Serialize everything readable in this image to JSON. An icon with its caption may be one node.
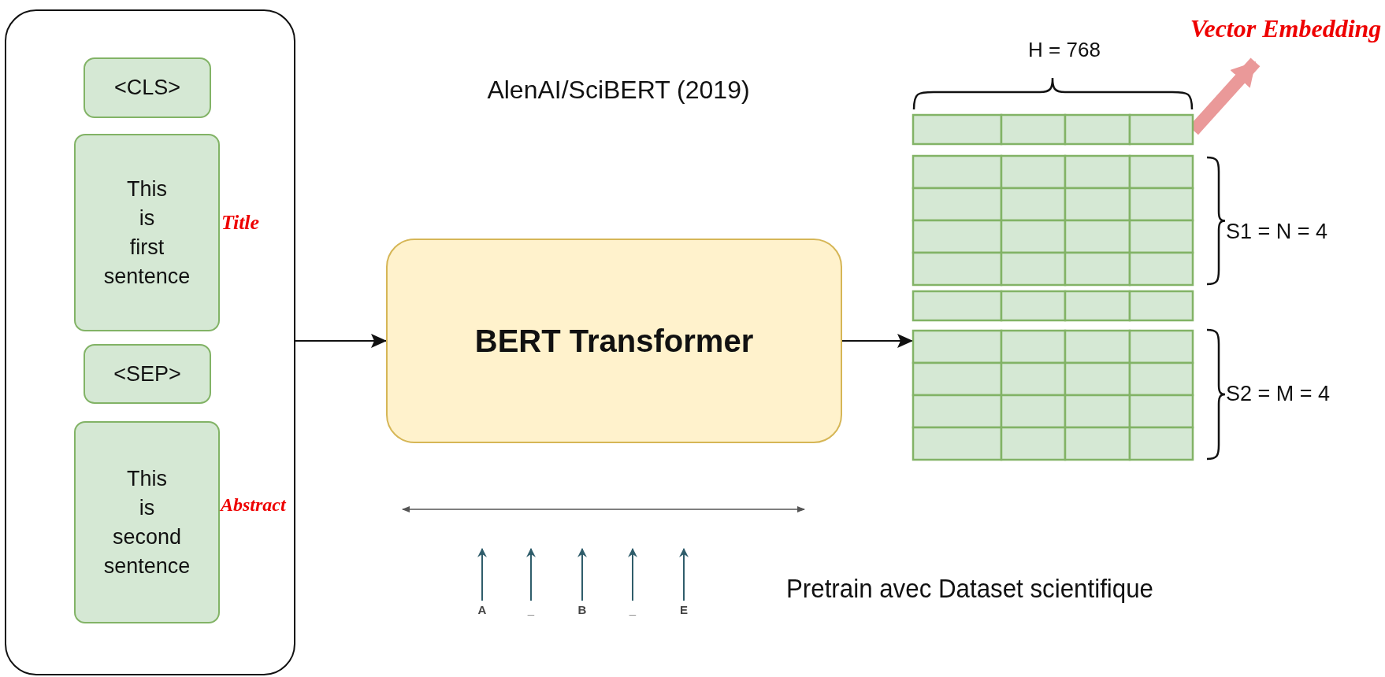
{
  "diagram": {
    "title": "AlenAI/SciBERT (2019)",
    "nodes": [
      {
        "text": [],
        "shape": "box"
      },
      {
        "text": [
          "<CLS>"
        ],
        "in": 0
      },
      {
        "text": [
          "This is first sentence"
        ],
        "in": 0,
        "beside": [
          "Title"
        ]
      },
      {
        "text": [
          "<SEP>"
        ],
        "in": 0
      },
      {
        "text": [
          "This is second sentence"
        ],
        "in": 0,
        "beside": [
          "Abstract"
        ]
      },
      {
        "text": [
          "BERT Transformer"
        ]
      },
      {
        "text": [],
        "shape": "box"
      },
      {
        "text": [
          "Vector Embedding"
        ]
      },
      {
        "text": [
          "A"
        ]
      },
      {
        "text": [
          "_"
        ]
      },
      {
        "text": [
          "B"
        ]
      },
      {
        "text": [
          "_"
        ]
      },
      {
        "text": [
          "E"
        ]
      }
    ],
    "edges": [
      {
        "from": 0,
        "to": 5,
        "arrow": "to"
      },
      {
        "from": 5,
        "to": 6,
        "arrow": "to"
      },
      {
        "from": 6,
        "to": 7,
        "arrow": "to",
        "style": "thick",
        "color": "#ea9999"
      },
      {
        "from": 8,
        "to": null,
        "arrow": "to",
        "color": "#2f5d6b"
      },
      {
        "from": 9,
        "to": null,
        "arrow": "to",
        "color": "#2f5d6b"
      },
      {
        "from": 10,
        "to": null,
        "arrow": "to",
        "color": "#2f5d6b"
      },
      {
        "from": 11,
        "to": null,
        "arrow": "to",
        "color": "#2f5d6b"
      },
      {
        "from": 12,
        "to": null,
        "arrow": "to",
        "color": "#2f5d6b"
      }
    ],
    "labels": [
      "H = 768",
      "S1 = N = 4",
      "S2 = M = 4",
      "Pretrain avec Dataset scientifique"
    ]
  }
}
